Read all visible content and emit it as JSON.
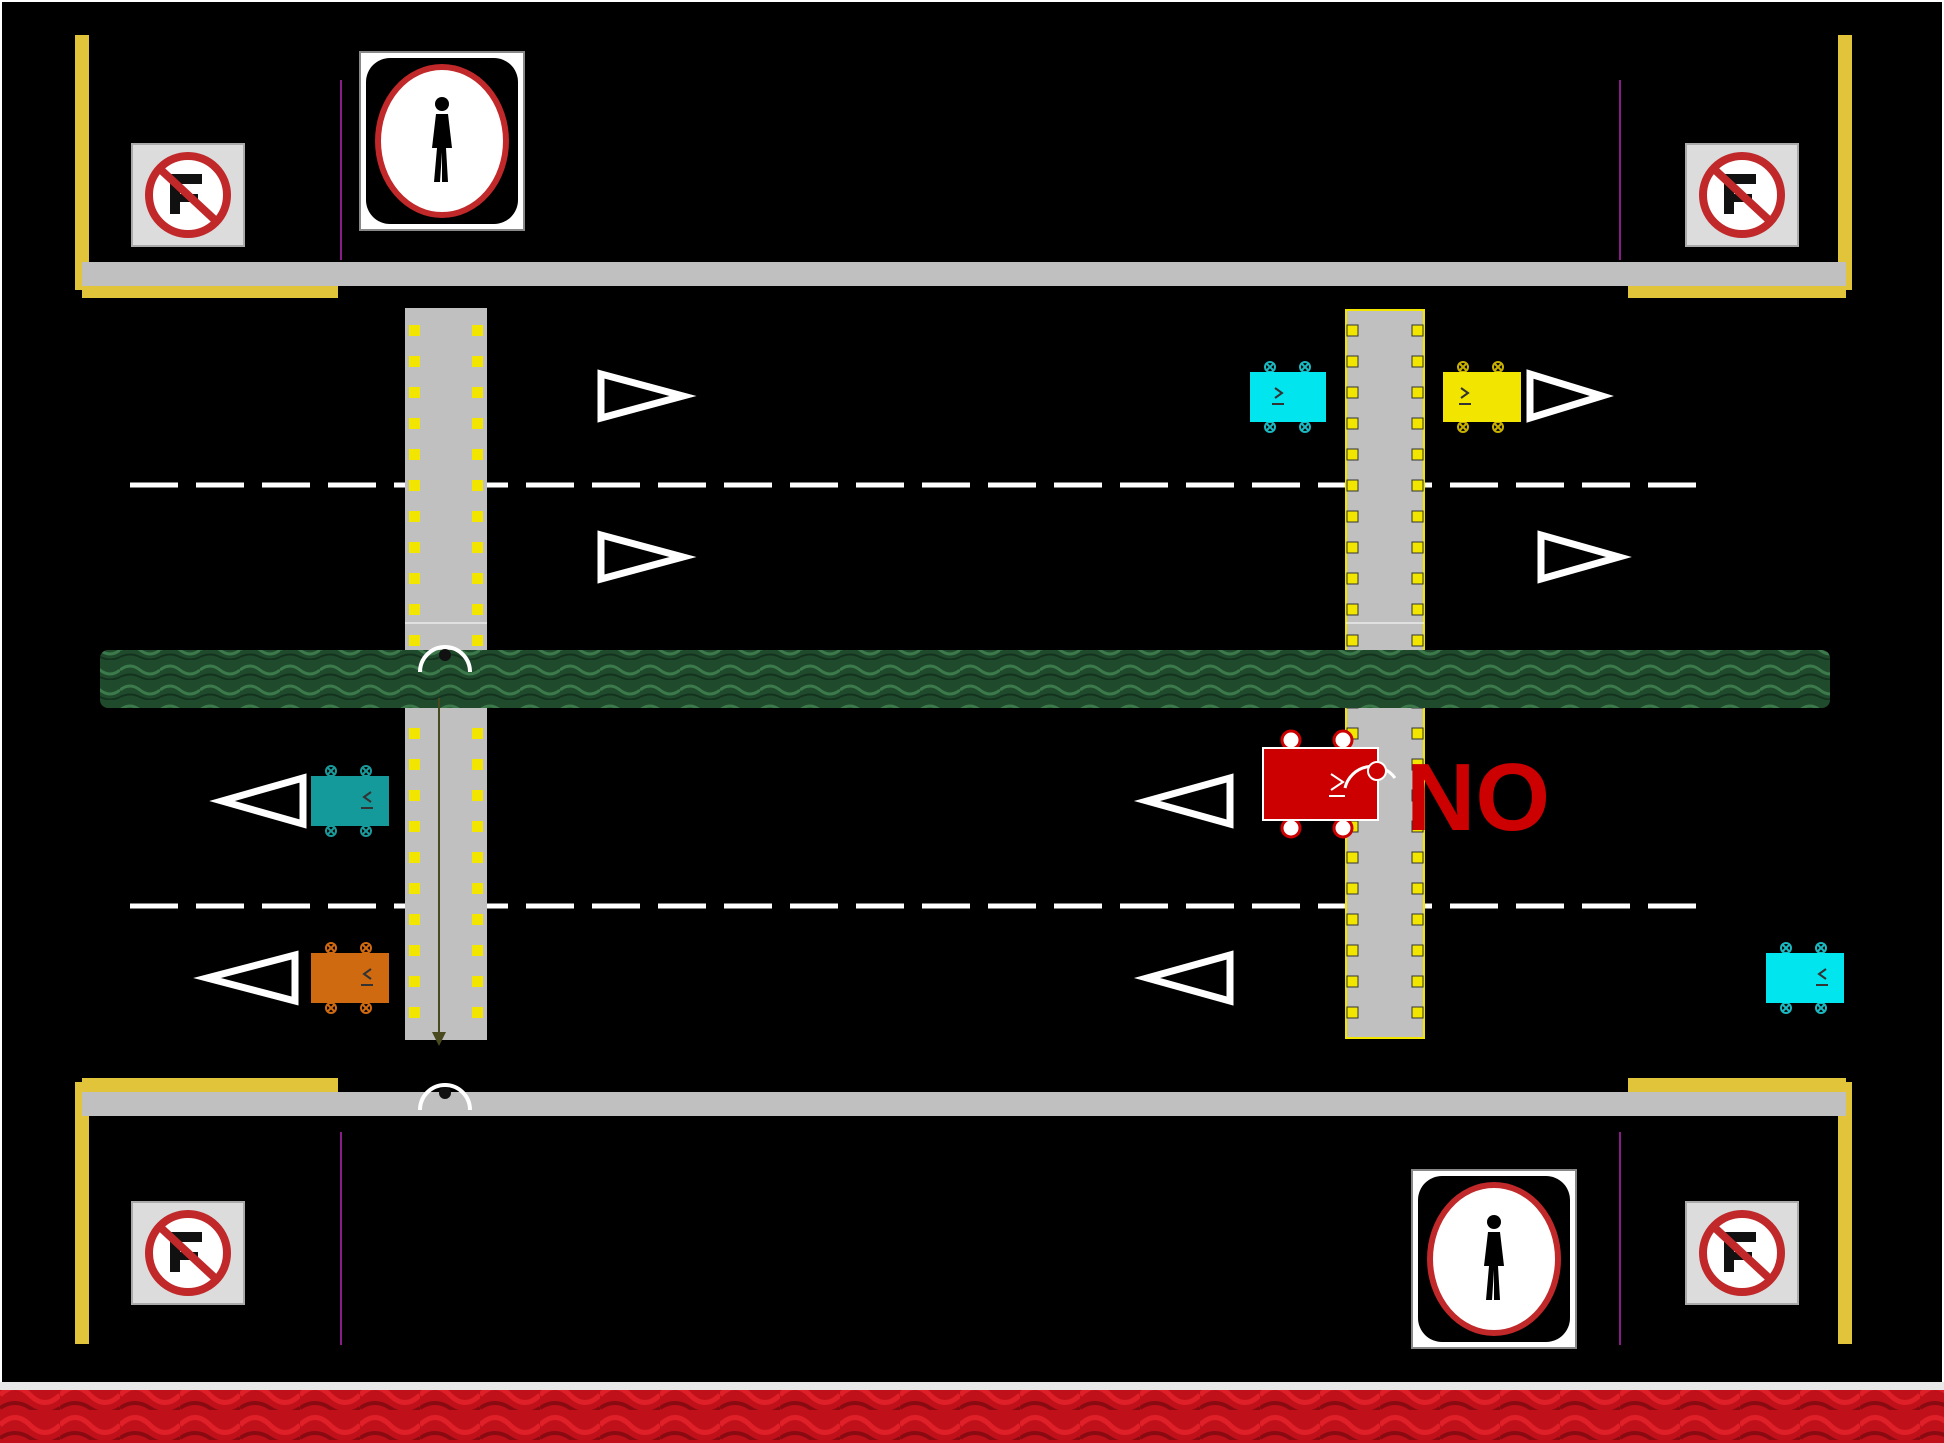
{
  "scene": {
    "title": "",
    "colors": {
      "background": "#000000",
      "sidewalk": "#c0c0c0",
      "curb_yellow": "#e2c43a",
      "lane_line": "#ffffff",
      "median_green": "#1f4a2c",
      "footer_red": "#c0101a",
      "property_line": "#8a1c8a"
    },
    "lanes": {
      "eastbound_count": 2,
      "westbound_count": 2,
      "eastbound_direction": "right",
      "westbound_direction": "left"
    },
    "signs": [
      {
        "name": "no-parking-sign-icon",
        "position": "top-left"
      },
      {
        "name": "no-parking-sign-icon",
        "position": "top-right"
      },
      {
        "name": "no-parking-sign-icon",
        "position": "bottom-left"
      },
      {
        "name": "no-parking-sign-icon",
        "position": "bottom-right"
      },
      {
        "name": "no-pedestrian-sign-icon",
        "position": "top-left"
      },
      {
        "name": "no-pedestrian-sign-icon",
        "position": "bottom-right"
      }
    ],
    "vehicles": [
      {
        "name": "car-cyan-icon",
        "color": "#00e5ee",
        "lane": "eastbound-upper"
      },
      {
        "name": "car-yellow-icon",
        "color": "#f2e600",
        "lane": "eastbound-upper"
      },
      {
        "name": "car-teal-icon",
        "color": "#149a9a",
        "lane": "westbound-upper"
      },
      {
        "name": "car-orange-icon",
        "color": "#d06a10",
        "lane": "westbound-lower"
      },
      {
        "name": "car-cyan-icon",
        "color": "#00e5ee",
        "lane": "westbound-lower"
      },
      {
        "name": "car-red-icon",
        "color": "#cc0000",
        "lane": "westbound-upper"
      }
    ],
    "annotation": {
      "text": "NO",
      "color": "#cc0000"
    }
  }
}
